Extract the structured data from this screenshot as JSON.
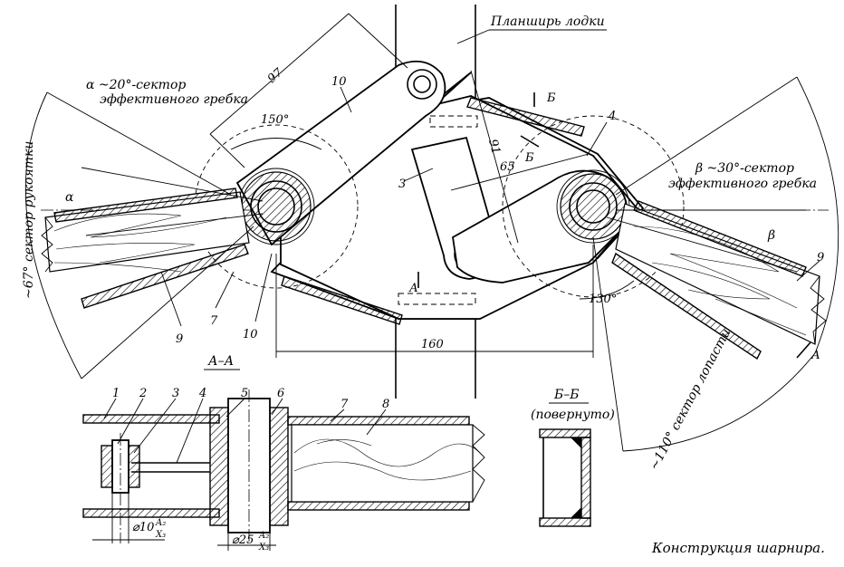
{
  "labels": {
    "gunwale": "Планширь лодки",
    "alpha_sector_1": "α ~20°-сектор",
    "alpha_sector_2": "эффективного гребка",
    "beta_sector_1": "β ~30°-сектор",
    "beta_sector_2": "эффективного гребка",
    "handle_sector": "~67° сектор рукоятки",
    "blade_sector": "~110° сектор лопасти",
    "alpha": "α",
    "beta": "β",
    "section_aa": "А–А",
    "section_bb": "Б–Б",
    "section_bb_note": "(повернуто)",
    "cut_a": "А",
    "cut_b": "Б",
    "caption": "Конструкция шарнира."
  },
  "dimensions": {
    "d97": "97",
    "d91": "91",
    "d65": "65",
    "d160": "160",
    "angle150": "150°",
    "angle130": "130°",
    "dia10": "⌀10",
    "dia25": "⌀25",
    "fit_num": "A₂",
    "fit_den10": "X₃",
    "fit_den25": "X₃"
  },
  "part_numbers": {
    "p1": "1",
    "p2": "2",
    "p3": "3",
    "p4": "4",
    "p5": "5",
    "p6": "6",
    "p7": "7",
    "p8": "8",
    "p9": "9",
    "p10": "10"
  }
}
